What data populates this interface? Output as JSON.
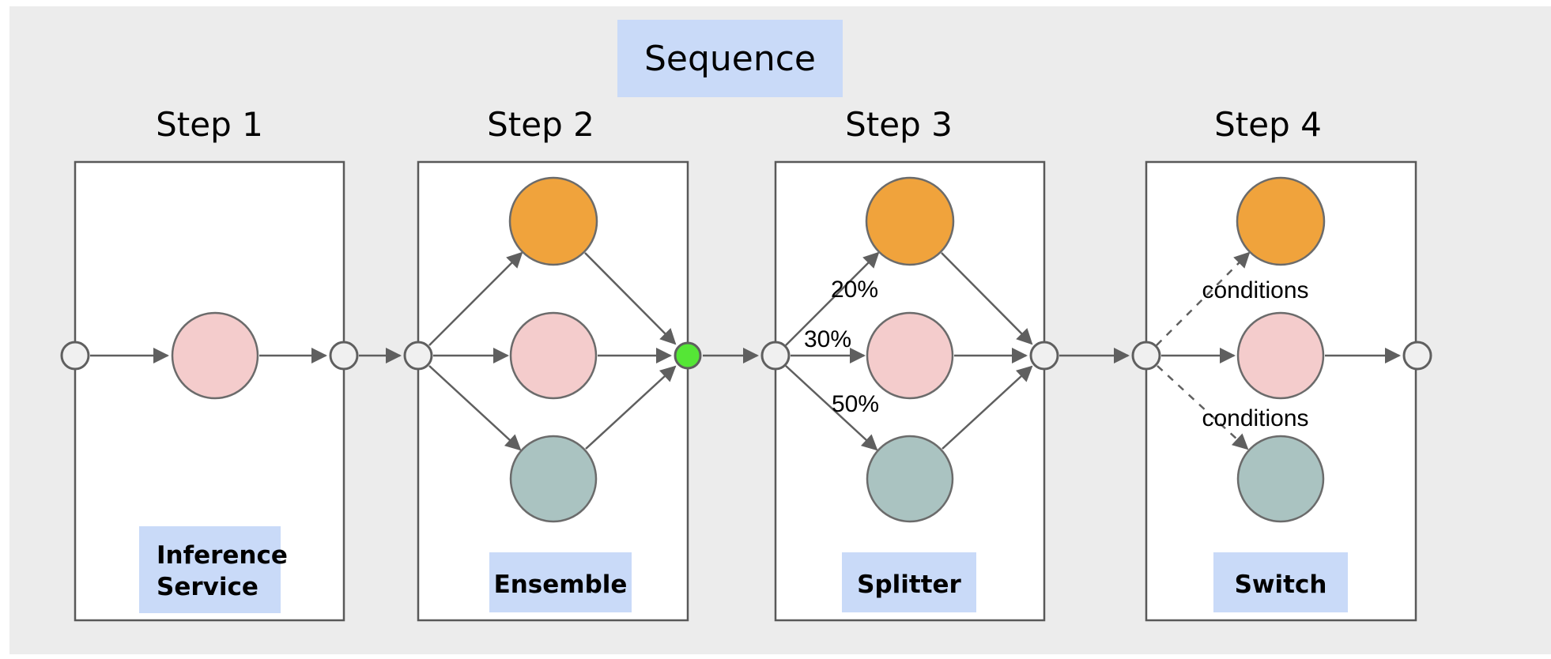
{
  "title": {
    "label": "Sequence"
  },
  "steps": [
    {
      "name": "Step 1",
      "component_label": "Inference Service",
      "component_label_lines": [
        "Inference",
        "Service"
      ]
    },
    {
      "name": "Step 2",
      "component_label": "Ensemble"
    },
    {
      "name": "Step 3",
      "component_label": "Splitter"
    },
    {
      "name": "Step 4",
      "component_label": "Switch"
    }
  ],
  "splitter_weights": [
    "20%",
    "30%",
    "50%"
  ],
  "switch_condition_labels": [
    "conditions",
    "conditions"
  ],
  "colors": {
    "canvas_background": "#ececec",
    "step_box_fill": "#ffffff",
    "connector_stroke": "#5f5f5f",
    "label_background": "#c9daf8",
    "node_orange": "#f0a33c",
    "node_pink": "#f4cccc",
    "node_teal": "#aac3c1",
    "port_fill": "#f0f0f0",
    "port_green": "#55e636"
  }
}
